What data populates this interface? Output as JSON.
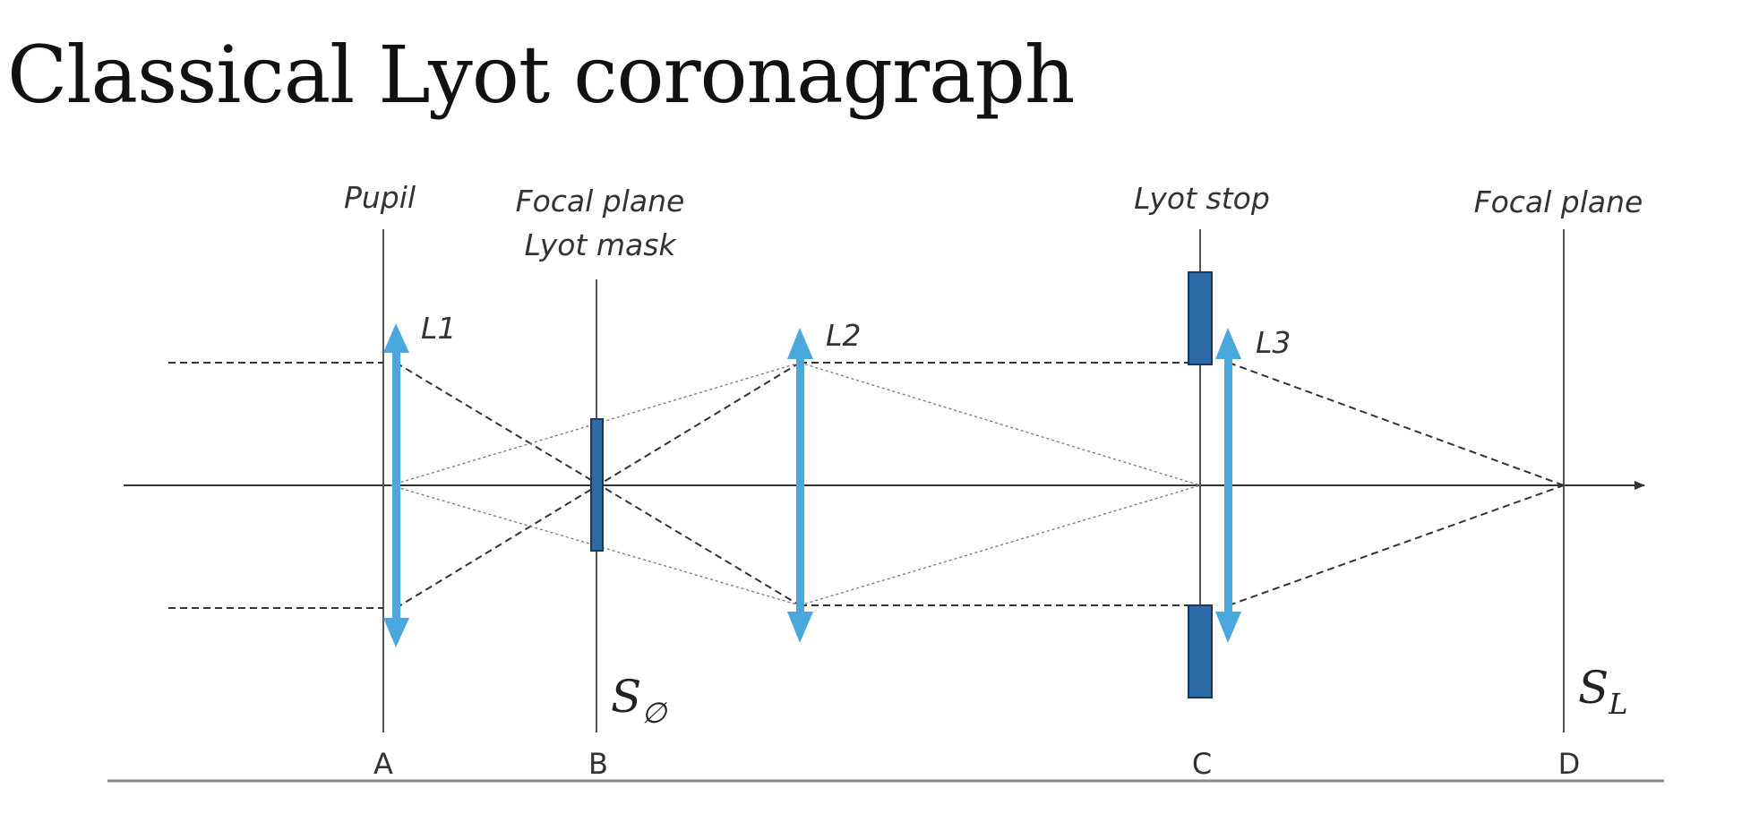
{
  "title": "Classical Lyot coronagraph",
  "colors": {
    "lens": "#4aa8dd",
    "mask": "#2c6aa8",
    "mask_edge": "#123a66",
    "line": "#333333"
  },
  "planes": {
    "pupil": "Pupil",
    "focal_mask_1": "Focal plane",
    "focal_mask_2": "Lyot mask",
    "lyot_stop": "Lyot stop",
    "focal": "Focal plane"
  },
  "lenses": {
    "l1": "L1",
    "l2": "L2",
    "l3": "L3"
  },
  "points": {
    "a": "A",
    "b": "B",
    "c": "C",
    "d": "D"
  },
  "symbols": {
    "s_phi_main": "S",
    "s_phi_sub": "∅",
    "s_l_main": "S",
    "s_l_sub": "L"
  }
}
